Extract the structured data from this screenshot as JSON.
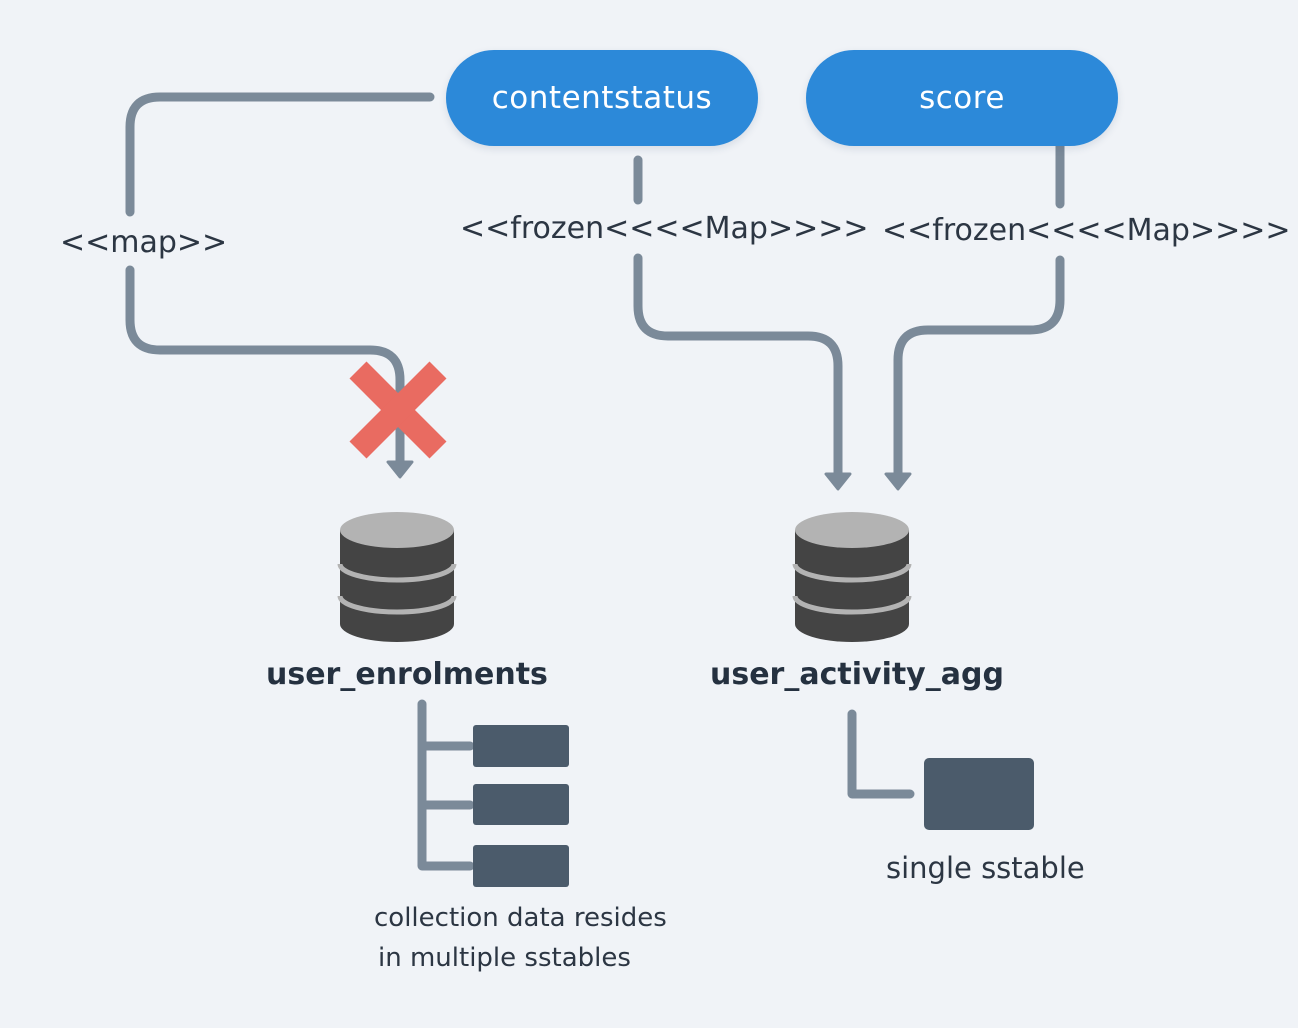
{
  "columns": {
    "contentstatus": "contentstatus",
    "score": "score"
  },
  "types": {
    "map": "<<map>>",
    "frozen_contentstatus": "<<frozen<<<<Map>>>>",
    "frozen_score": "<<frozen<<<<Map>>>>"
  },
  "tables": {
    "user_enrolments": "user_enrolments",
    "user_activity_agg": "user_activity_agg"
  },
  "notes": {
    "multiple_line1": "collection data resides",
    "multiple_line2": "in multiple sstables",
    "single": "single sstable"
  },
  "colors": {
    "background": "#f0f3f7",
    "pill": "#2c89d9",
    "connector": "#7b8a99",
    "reject_mark": "#e96b61",
    "database": "#444444",
    "database_top": "#b3b3b3",
    "sstable": "#4b5b6b"
  },
  "icons": {
    "reject": "x-mark-icon",
    "database": "database-icon",
    "sstable": "sstable-block-icon"
  }
}
